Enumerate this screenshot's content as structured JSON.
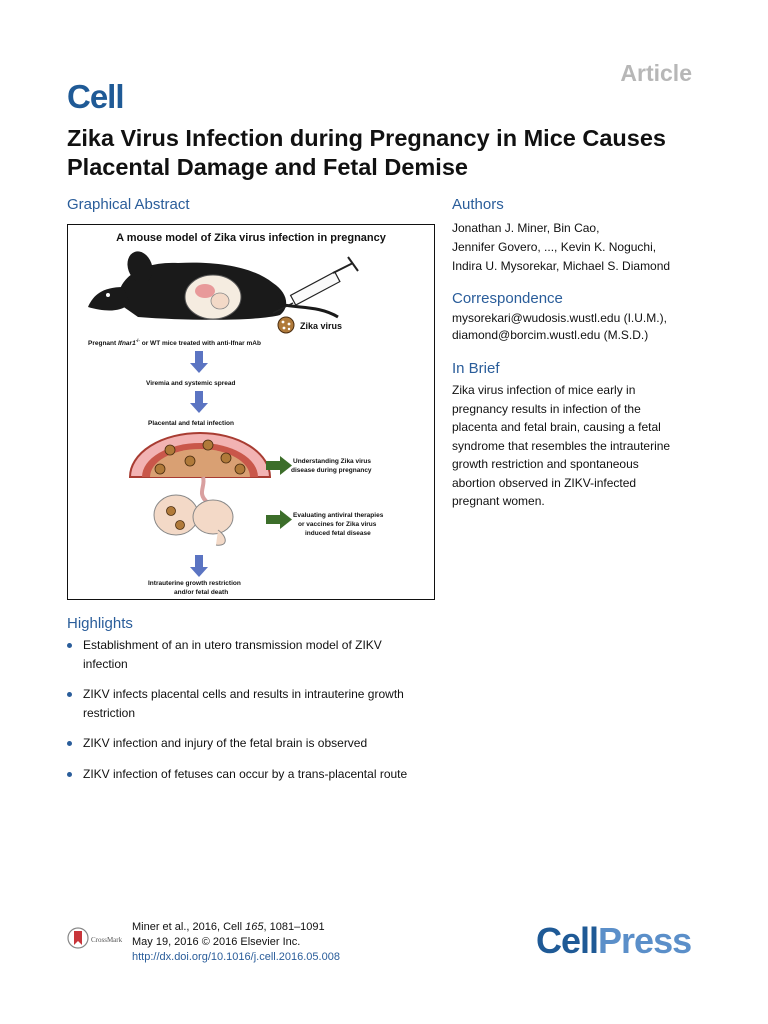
{
  "header": {
    "article_label": "Article",
    "journal": "Cell"
  },
  "title": "Zika Virus Infection during Pregnancy in Mice Causes Placental Damage and Fetal Demise",
  "graphical_abstract": {
    "heading": "Graphical Abstract",
    "figure_title": "A mouse model of Zika virus infection in pregnancy",
    "zika_label": "Zika virus",
    "pregnant_prefix": "Pregnant",
    "gene": "Ifnar1",
    "gene_sup": "-/-",
    "pregnant_suffix": "or WT mice treated with anti-Ifnar mAb",
    "step_viremia": "Viremia and systemic spread",
    "step_placental": "Placental and fetal infection",
    "outcome_1_line1": "Understanding Zika virus",
    "outcome_1_line2": "disease during pregnancy",
    "outcome_2_line1": "Evaluating antiviral therapies",
    "outcome_2_line2": "or vaccines for Zika virus",
    "outcome_2_line3": "induced fetal disease",
    "step_final_line1": "Intrauterine growth restriction",
    "step_final_line2": "and/or fetal death",
    "colors": {
      "arrow_blue": "#5b74c2",
      "arrow_green": "#3c6e2a",
      "placenta_pink": "#f2b3b3",
      "placenta_dark": "#a83c32",
      "virus_brown": "#b07a3a"
    }
  },
  "authors": {
    "heading": "Authors",
    "lines": [
      "Jonathan J. Miner, Bin Cao,",
      "Jennifer Govero, ..., Kevin K. Noguchi,",
      "Indira U. Mysorekar, Michael S. Diamond"
    ]
  },
  "correspondence": {
    "heading": "Correspondence",
    "lines": [
      "mysorekari@wudosis.wustl.edu (I.U.M.),",
      "diamond@borcim.wustl.edu (M.S.D.)"
    ]
  },
  "in_brief": {
    "heading": "In Brief",
    "lines": [
      "Zika virus infection of mice early in",
      "pregnancy results in infection of the",
      "placenta and fetal brain, causing a fetal",
      "syndrome that resembles the intrauterine",
      "growth restriction and spontaneous",
      "abortion observed in ZIKV-infected",
      "pregnant women."
    ]
  },
  "highlights": {
    "heading": "Highlights",
    "items": [
      {
        "line1": "Establishment of an in utero transmission model of ZIKV",
        "line2": "infection"
      },
      {
        "line1": "ZIKV infects placental cells and results in intrauterine growth",
        "line2": "restriction"
      },
      {
        "line1": "ZIKV infection and injury of the fetal brain is observed",
        "line2": ""
      },
      {
        "line1": "ZIKV infection of fetuses can occur by a trans-placental route",
        "line2": ""
      }
    ]
  },
  "footer": {
    "crossmark": "CrossMark",
    "citation_prefix": "Miner et al., 2016, Cell ",
    "citation_volume": "165",
    "citation_pages": ", 1081–1091",
    "date_line": "May 19, 2016 © 2016 Elsevier Inc.",
    "doi": "http://dx.doi.org/10.1016/j.cell.2016.05.008",
    "publisher_cell": "Cell",
    "publisher_press": "Press"
  }
}
